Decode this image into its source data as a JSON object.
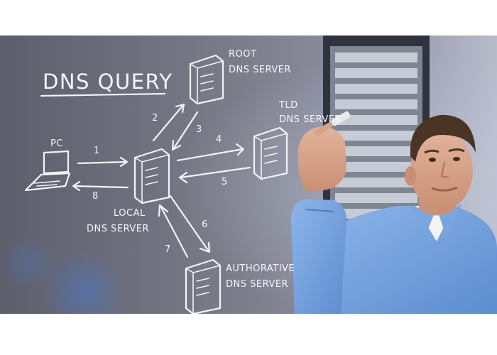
{
  "diagram": {
    "title": "DNS QUERY",
    "pc_label": "PC",
    "local_server": [
      "LOCAL",
      "DNS SERVER"
    ],
    "root_server": [
      "ROOT",
      "DNS SERVER"
    ],
    "tld_server": [
      "TLD",
      "DNS SERVER"
    ],
    "auth_server": [
      "AUTHORATIVE",
      "DNS SERVER"
    ],
    "steps": [
      "1",
      "2",
      "3",
      "4",
      "5",
      "6",
      "7",
      "8"
    ]
  },
  "colors": {
    "chalk": "#f2f4f8",
    "shirt": "#6e9cd8",
    "background": "#6b6c78"
  }
}
